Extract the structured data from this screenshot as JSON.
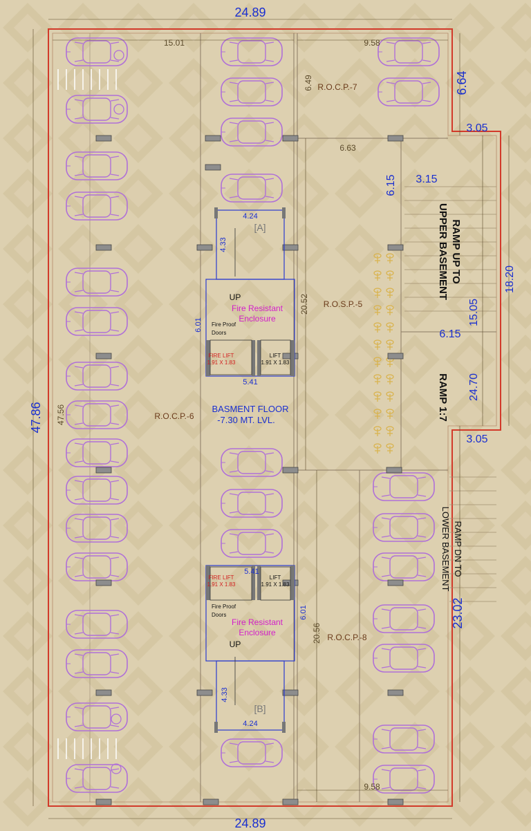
{
  "dimensions": {
    "top_width": "24.89",
    "bottom_width": "24.89",
    "left_height": "47.86",
    "inner_left_height": "47.56",
    "top_left_span": "15.01",
    "top_right_span": "9.58",
    "bottom_right_span": "9.58",
    "rocp7_depth": "6.49",
    "right_top_step": "6.64",
    "ramp_step_top": "3.05",
    "ramp_step_bottom": "3.05",
    "ramp_inner": "6.63",
    "ramp_v1": "6.15",
    "ramp_w1": "3.15",
    "ramp_h": "15.05",
    "ramp_total": "18.20",
    "ramp_w2": "6.15",
    "ramp_len": "24.70",
    "rosp_len": "20.52",
    "lower_len": "20.56",
    "right_bottom": "23.02",
    "core_a_w": "4.24",
    "core_a_h": "4.33",
    "enclosure_a_h": "6.01",
    "enclosure_a_w": "5.41",
    "enclosure_b_w": "5.41",
    "enclosure_b_h": "6.01",
    "core_b_h": "4.33",
    "core_b_w": "4.24"
  },
  "labels": {
    "rocp7": "R.O.C.P.-7",
    "rosp5": "R.O.S.P.-5",
    "rocp6": "R.O.C.P.-6",
    "rocp8": "R.O.C.P.-8",
    "core_a": "[A]",
    "core_b": "[B]",
    "up_a": "UP",
    "up_b": "UP",
    "fire_enclosure_a": [
      "Fire Resistant",
      "Enclosure"
    ],
    "fire_enclosure_b": [
      "Fire Resistant",
      "Enclosure"
    ],
    "fire_doors_a": [
      "Fire Proof",
      "Doors"
    ],
    "fire_doors_b": [
      "Fire Proof",
      "Doors"
    ],
    "fire_lift_a": [
      "FIRE LIFT",
      "1.91 X 1.83"
    ],
    "lift_a": [
      "LIFT",
      "1.91 X 1.83"
    ],
    "fire_lift_b": [
      "FIRE LIFT",
      "1.91 X 1.83"
    ],
    "lift_b": [
      "LIFT",
      "1.91 X 1.83"
    ],
    "basement": [
      "BASMENT FLOOR",
      "-7.30 MT. LVL."
    ],
    "ramp_up": [
      "RAMP UP TO",
      "UPPER BASEMENT"
    ],
    "ramp_ratio": "RAMP 1:7",
    "ramp_down": [
      "RAMP DN TO",
      "LOWER BASEMENT"
    ]
  },
  "colors": {
    "background": "#ddd0b0",
    "boundary": "#d23a2a",
    "car": "#b070d8",
    "dimension": "#1a2fd0",
    "label": "#6a3a1a",
    "enclosure": "#d21fc9",
    "lift": "#d21f1f",
    "bike": "#d9b24a"
  }
}
